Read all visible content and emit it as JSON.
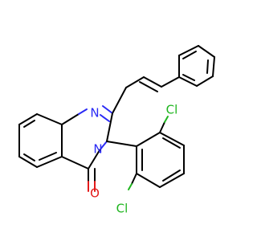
{
  "atoms": {
    "n1": "N",
    "n3": "N",
    "o4": "O",
    "cl_top": "Cl",
    "cl_bottom": "Cl"
  },
  "colors": {
    "carbon": "#000000",
    "nitrogen": "#2a2af5",
    "chlorine": "#1fb51f",
    "oxygen": "#e31b1b"
  }
}
